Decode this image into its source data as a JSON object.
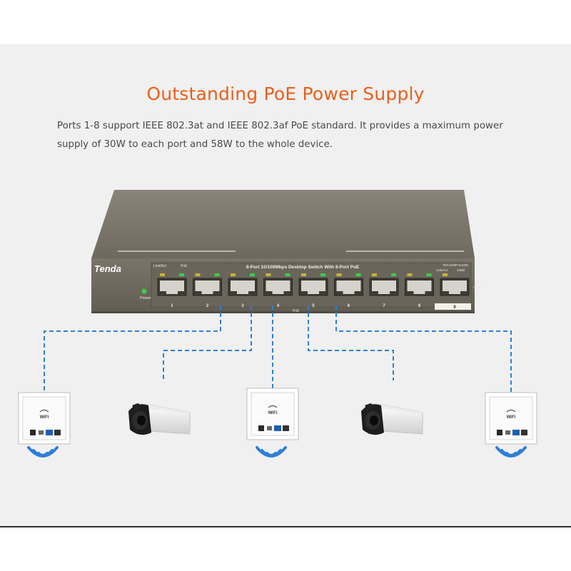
{
  "heading": "Outstanding PoE Power Supply",
  "description": "Ports 1-8 support IEEE 802.3at and IEEE 802.3af PoE standard. It provides a maximum power supply of 30W to each port and 58W to the whole device.",
  "switch": {
    "brand": "Tenda",
    "model_title": "9-Port 10/100Mbps Desktop Switch With 8-Port PoE",
    "model_number": "TEF1109P-8-63W",
    "label_link_act": "Link/Act",
    "label_poe": "PoE",
    "label_link_act_right": "Link/Act",
    "label_100m": "100M",
    "label_uplink": "Uplink",
    "label_power": "Power",
    "label_poe_bottom": "PoE",
    "port_numbers": [
      "1",
      "2",
      "3",
      "4",
      "5",
      "6",
      "7",
      "8",
      "9"
    ]
  },
  "devices": {
    "ap_label": "WiFi"
  },
  "colors": {
    "accent": "#e8601c",
    "link_line": "#2f7fd6",
    "chassis": "#7c766a",
    "led_green": "#39d04a",
    "led_amber": "#c9b23a",
    "wifi_waves": "#2f7fd6"
  }
}
